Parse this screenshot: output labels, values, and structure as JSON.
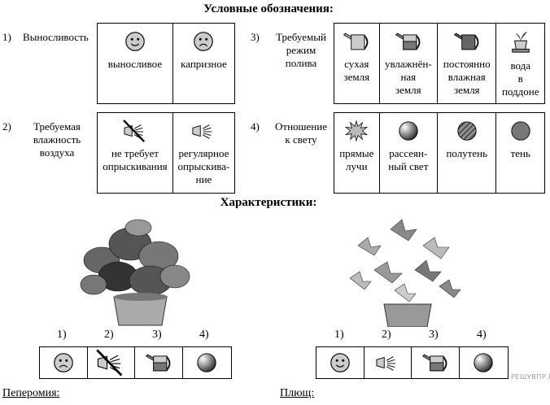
{
  "legend_title": "Условные обозначения:",
  "legend": [
    {
      "num": "1)",
      "label": "Выносливость",
      "items": [
        {
          "icon": "smile-icon",
          "text": "выносливое"
        },
        {
          "icon": "sad-icon",
          "text": "капризное"
        }
      ]
    },
    {
      "num": "2)",
      "label": "Требуемая\nвлажность\nвоздуха",
      "items": [
        {
          "icon": "no-spray-icon",
          "text": "не требует\nопрыскивания"
        },
        {
          "icon": "spray-icon",
          "text": "регулярное\nопрыскива-\nние"
        }
      ]
    },
    {
      "num": "3)",
      "label": "Требуемый\nрежим\nполива",
      "items": [
        {
          "icon": "watering-can-empty-icon",
          "text": "сухая\nземля"
        },
        {
          "icon": "watering-can-half-icon",
          "text": "увлажнён-\nная\nземля"
        },
        {
          "icon": "watering-can-full-icon",
          "text": "постоянно\nвлажная\nземля"
        },
        {
          "icon": "pot-tray-icon",
          "text": "вода\nв\nподдоне"
        }
      ]
    },
    {
      "num": "4)",
      "label": "Отношение\nк свету",
      "items": [
        {
          "icon": "direct-sun-icon",
          "text": "прямые\nлучи"
        },
        {
          "icon": "diffused-light-icon",
          "text": "рассеян-\nный свет"
        },
        {
          "icon": "partial-shade-icon",
          "text": "полутень"
        },
        {
          "icon": "shade-icon",
          "text": "тень"
        }
      ]
    }
  ],
  "characteristics_title": "Характеристики:",
  "plants": [
    {
      "name": "Пеперомия:",
      "nums": [
        "1)",
        "2)",
        "3)",
        "4)"
      ],
      "icons": [
        "sad-icon",
        "no-spray-icon",
        "watering-can-half-icon",
        "diffused-light-icon"
      ]
    },
    {
      "name": "Плющ:",
      "nums": [
        "1)",
        "2)",
        "3)",
        "4)"
      ],
      "icons": [
        "smile-icon",
        "spray-icon",
        "watering-can-half-icon",
        "diffused-light-icon"
      ]
    }
  ],
  "watermark": "РЕШУВПР.РФ"
}
